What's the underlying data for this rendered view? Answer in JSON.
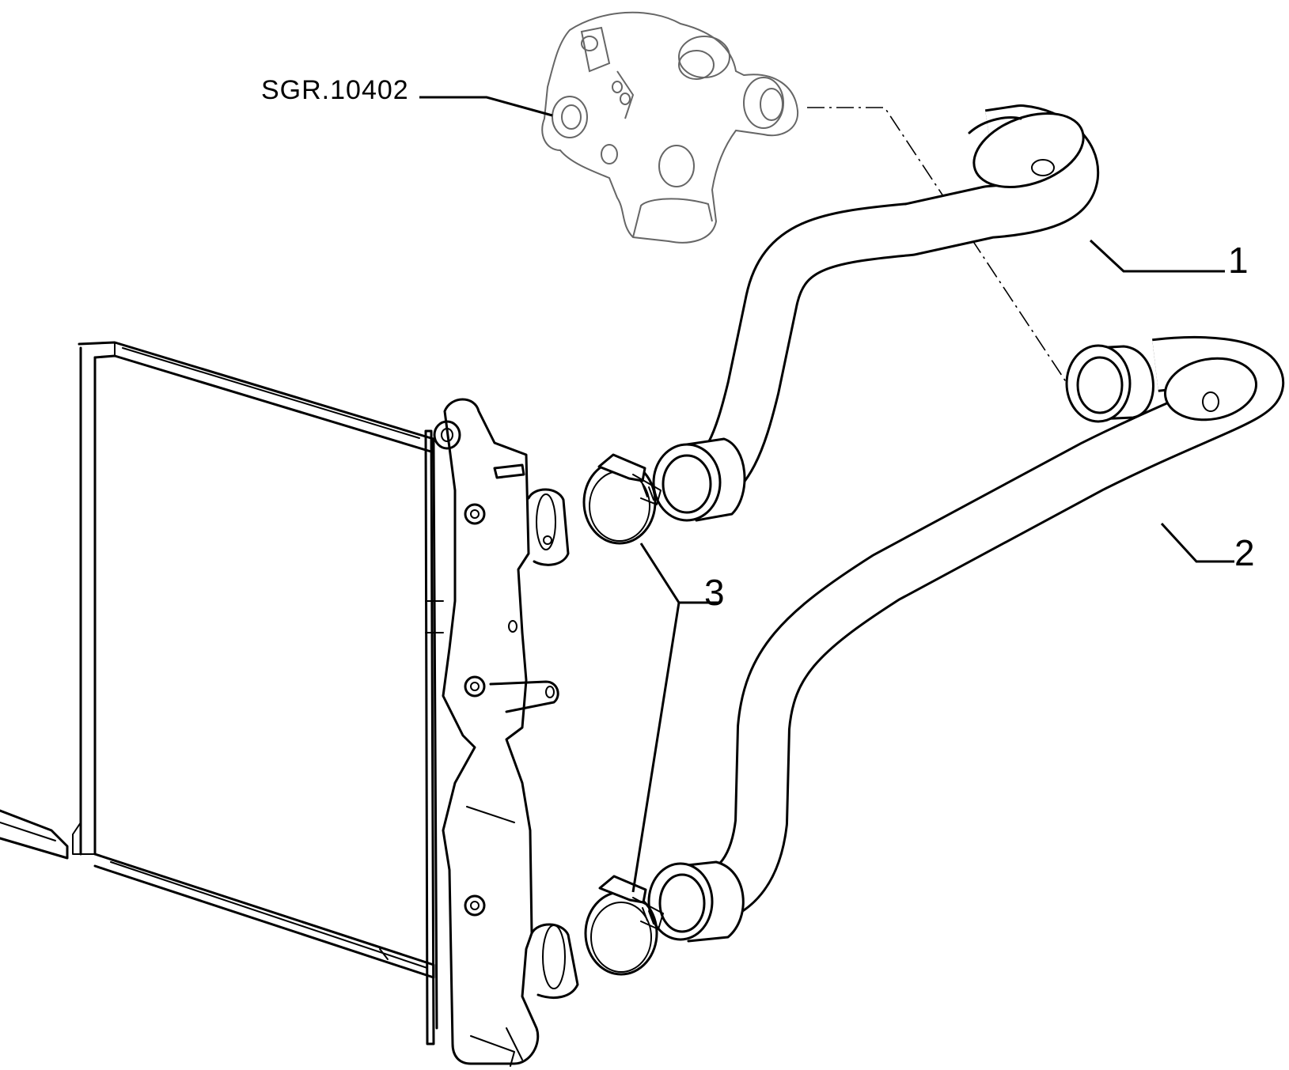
{
  "callouts": {
    "part_ref": "SGR.10402",
    "item_1": "1",
    "item_2": "2",
    "item_3": "3"
  },
  "colors": {
    "line": "#000000",
    "background": "#ffffff"
  }
}
